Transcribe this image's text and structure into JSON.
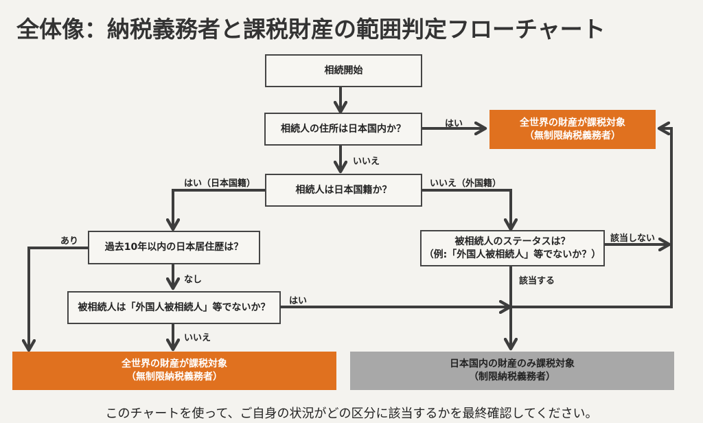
{
  "title": "全体像：納税義務者と課税財産の範囲判定フローチャート",
  "colors": {
    "orange": "#e0711f",
    "gray": "#a8a8a8",
    "line": "#3d3d3d",
    "background": "#f4f3ef"
  },
  "nodes": {
    "start": "相続開始",
    "q_address": "相続人の住所は日本国内か？",
    "q_nationality": "相続人は日本国籍か？",
    "q_residence": "過去10年以内の日本居住歴は？",
    "q_decedent_foreign": "被相続人は「外国人被相続人」等でないか？",
    "q_decedent_status_line1": "被相続人のステータスは？",
    "q_decedent_status_line2": "（例:「外国人被相続人」等でないか？）",
    "result_unlimited_top_line1": "全世界の財産が課税対象",
    "result_unlimited_top_line2": "（無制限納税義務者）",
    "result_unlimited_bottom_line1": "全世界の財産が課税対象",
    "result_unlimited_bottom_line2": "（無制限納税義務者）",
    "result_limited_line1": "日本国内の財産のみ課税対象",
    "result_limited_line2": "（制限納税義務者）"
  },
  "edge_labels": {
    "address_yes": "はい",
    "address_no": "いいえ",
    "nationality_yes": "はい（日本国籍）",
    "nationality_no": "いいえ（外国籍）",
    "residence_yes": "あり",
    "residence_no": "なし",
    "decedent_foreign_yes": "はい",
    "decedent_foreign_no": "いいえ",
    "status_not_applicable": "該当しない",
    "status_applicable": "該当する"
  },
  "footer": "このチャートを使って、ご自身の状況がどの区分に該当するかを最終確認してください。"
}
